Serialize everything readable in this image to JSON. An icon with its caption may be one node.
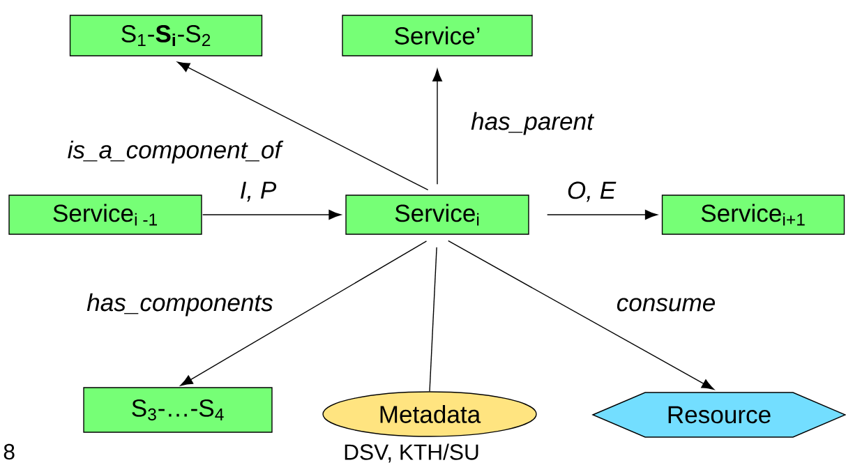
{
  "diagram": {
    "nodes": [
      {
        "text": [
          "S$_{1}$-**S$_{i}$**-S$_{2}$"
        ]
      },
      {
        "text": [
          "Service’"
        ]
      },
      {
        "text": [
          "Service$_{i -1}$"
        ]
      },
      {
        "text": [
          "Service$_{i}$"
        ]
      },
      {
        "text": [
          "Service$_{i+1}$"
        ]
      },
      {
        "text": [
          "S$_{3}$-…-S$_{4}$"
        ]
      },
      {
        "text": [
          "Metadata"
        ]
      },
      {
        "text": [
          "Resource"
        ]
      }
    ],
    "edges": [
      {
        "from": 3,
        "to": 0,
        "arrow": "to",
        "label": "is_a_component_of"
      },
      {
        "from": 3,
        "to": 1,
        "arrow": "to",
        "label": "has_parent"
      },
      {
        "from": 2,
        "to": 3,
        "arrow": "to",
        "label": "I, P"
      },
      {
        "from": 3,
        "to": 4,
        "arrow": "to",
        "label": "O, E"
      },
      {
        "from": 3,
        "to": 5,
        "arrow": "to",
        "label": "has_components"
      },
      {
        "from": 3,
        "to": 6,
        "arrow": "none"
      },
      {
        "from": 3,
        "to": 7,
        "arrow": "to",
        "label": "consume"
      }
    ],
    "labels": [
      "8",
      "DSV, KTH/SU"
    ]
  }
}
